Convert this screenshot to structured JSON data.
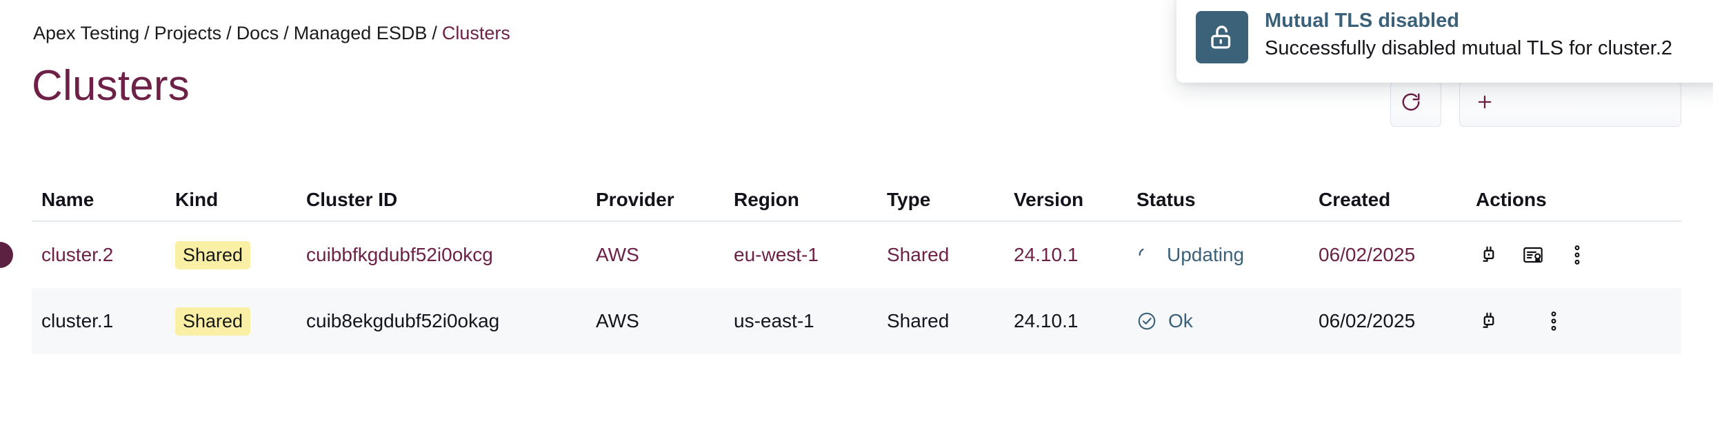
{
  "breadcrumb": {
    "items": [
      {
        "label": "Apex Testing",
        "current": false
      },
      {
        "label": "Projects",
        "current": false
      },
      {
        "label": "Docs",
        "current": false
      },
      {
        "label": "Managed ESDB",
        "current": false
      },
      {
        "label": "Clusters",
        "current": true
      }
    ],
    "separator": "/"
  },
  "page": {
    "title": "Clusters"
  },
  "header_actions": {
    "refresh_button_label": "",
    "primary_button_label": ""
  },
  "toast": {
    "icon": "unlock-icon",
    "title": "Mutual TLS disabled",
    "message": "Successfully disabled mutual TLS for cluster.2",
    "icon_bg_color": "#3c6279",
    "title_color": "#3a6179"
  },
  "table": {
    "columns": [
      "Name",
      "Kind",
      "Cluster ID",
      "Provider",
      "Region",
      "Type",
      "Version",
      "Status",
      "Created",
      "Actions"
    ],
    "rows": [
      {
        "name": "cluster.2",
        "kind": "Shared",
        "cluster_id": "cuibbfkgdubf52i0okcg",
        "provider": "AWS",
        "region": "eu-west-1",
        "type": "Shared",
        "version": "24.10.1",
        "status": "Updating",
        "status_icon": "spinner-icon",
        "created": "06/02/2025",
        "selected": true,
        "actions": [
          "connect-plug-icon",
          "certificate-icon",
          "more-options-icon"
        ]
      },
      {
        "name": "cluster.1",
        "kind": "Shared",
        "cluster_id": "cuib8ekgdubf52i0okag",
        "provider": "AWS",
        "region": "us-east-1",
        "type": "Shared",
        "version": "24.10.1",
        "status": "Ok",
        "status_icon": "check-circle-icon",
        "created": "06/02/2025",
        "selected": false,
        "actions": [
          "connect-plug-icon",
          "more-options-icon"
        ]
      }
    ]
  },
  "colors": {
    "accent_maroon": "#6d2146",
    "status_slate": "#3a6179",
    "badge_yellow": "#faf0a5",
    "row_alt_bg": "#f6f8fa"
  }
}
